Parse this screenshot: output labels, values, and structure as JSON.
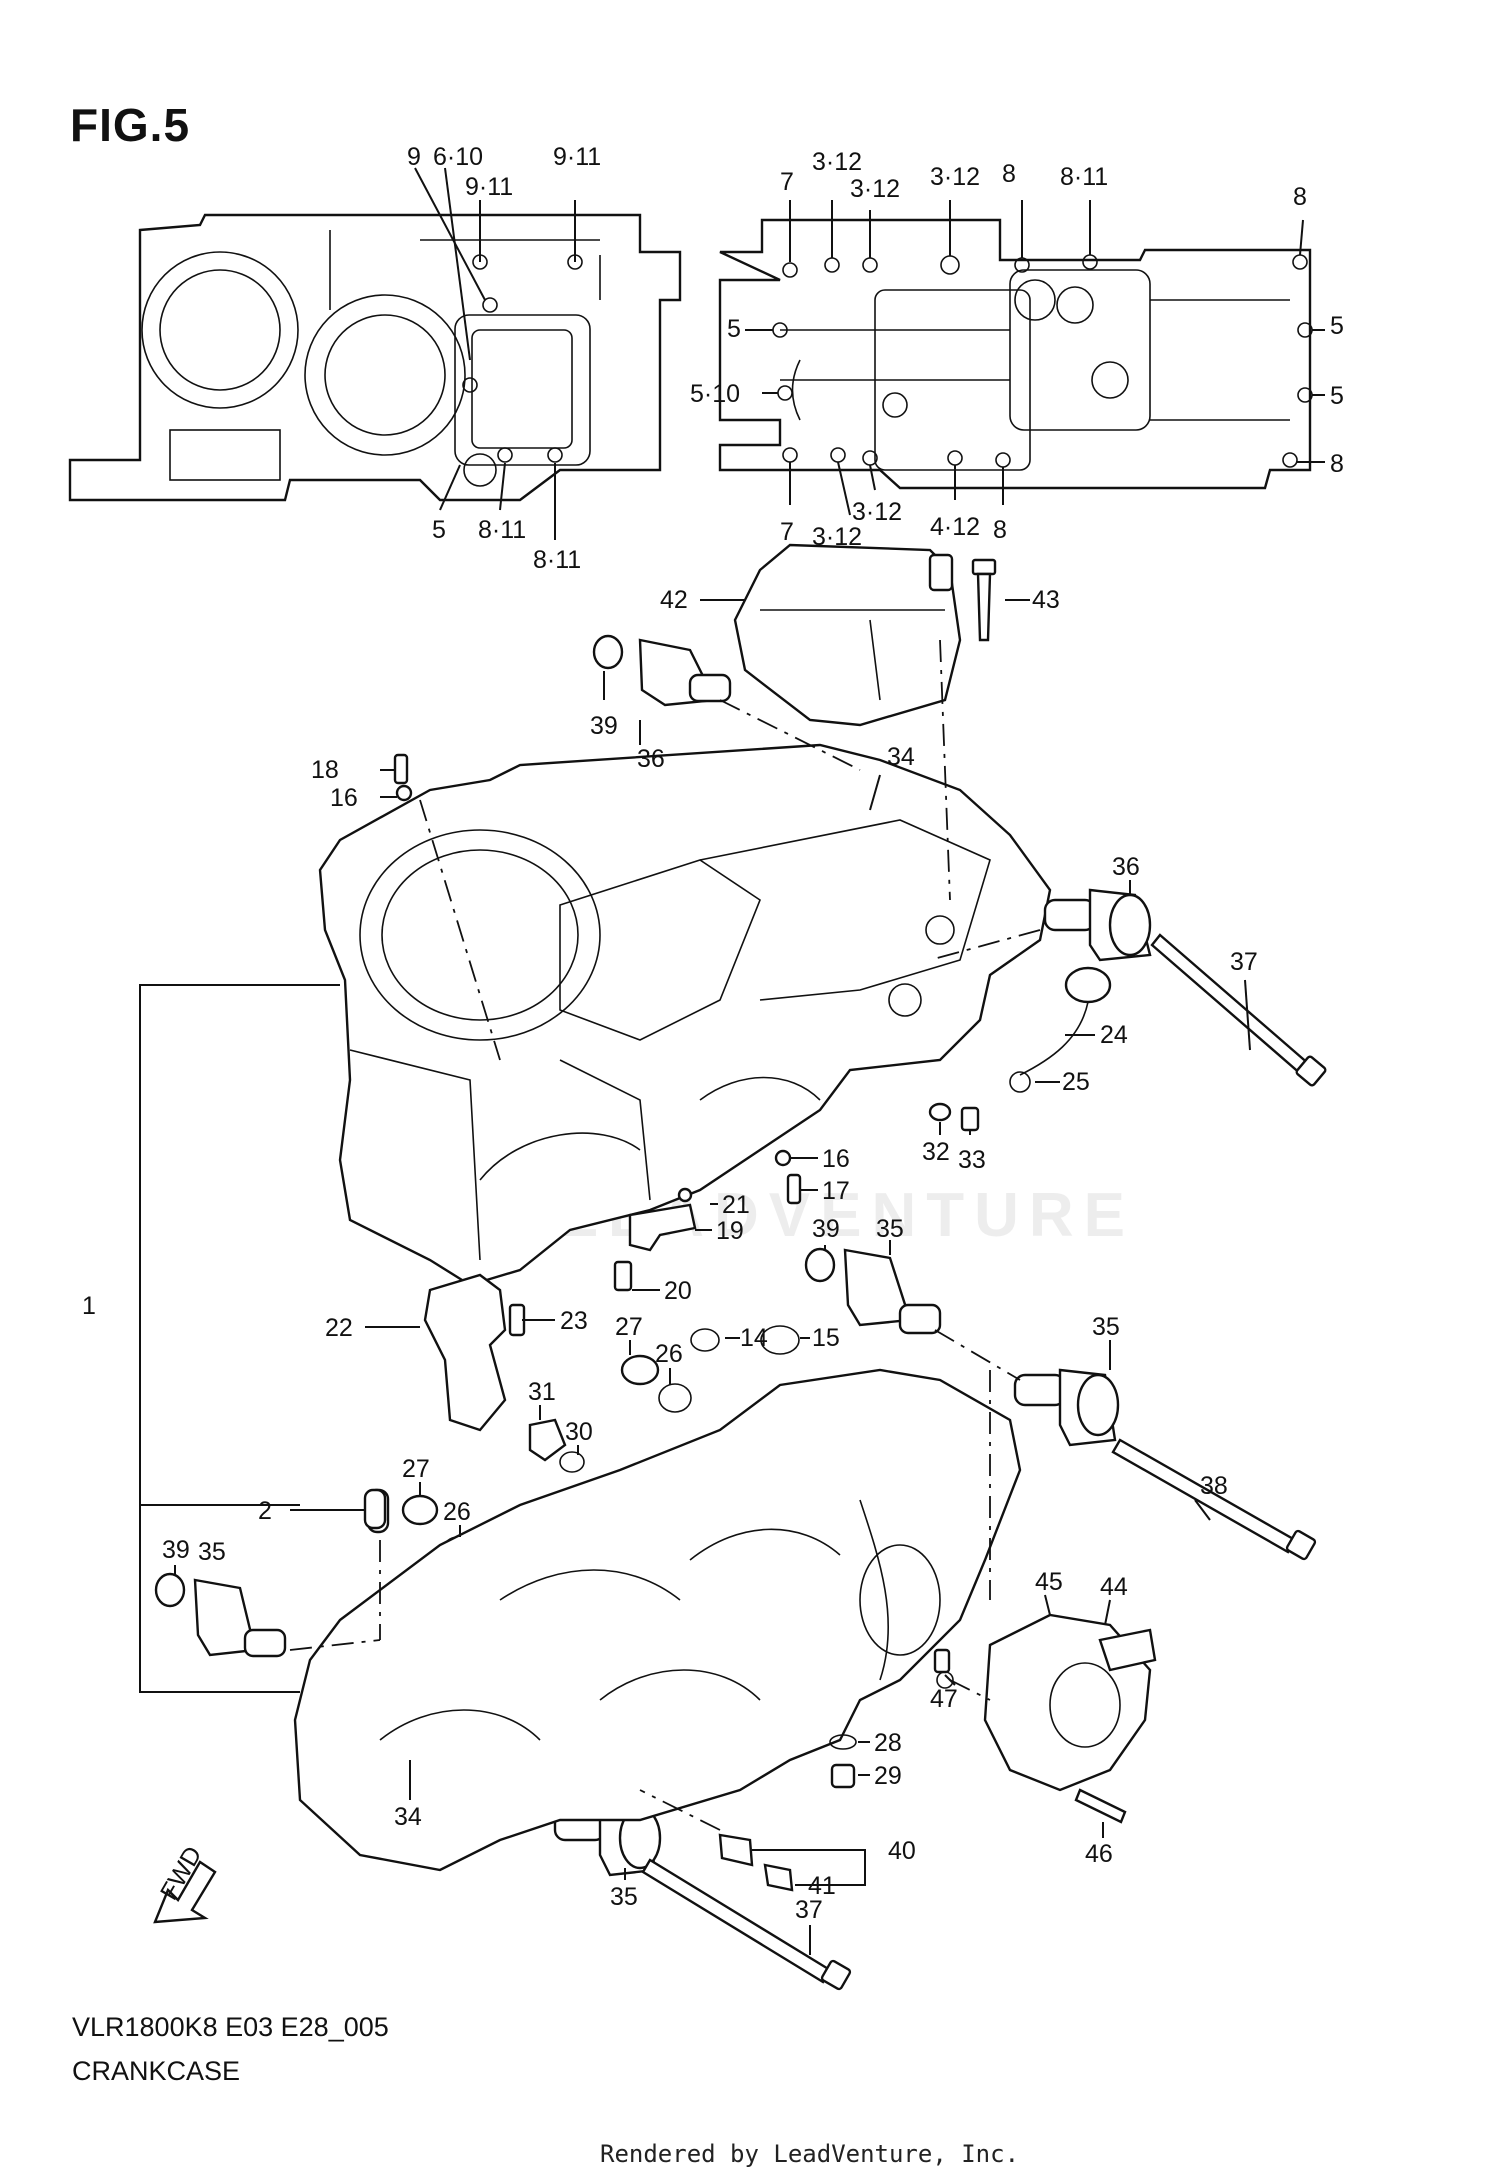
{
  "figure": {
    "title": "FIG.5",
    "model_code": "VLR1800K8 E03 E28_005",
    "section_name": "CRANKCASE",
    "credit": "Rendered by LeadVenture, Inc.",
    "watermark": "LEADVENTURE",
    "fwd_label": "FWD"
  },
  "callouts": {
    "top_left": [
      "9",
      "6·10",
      "9·11",
      "9·11",
      "5",
      "8·11",
      "8·11"
    ],
    "top_right": [
      "7",
      "3·12",
      "3·12",
      "3·12",
      "8",
      "8·11",
      "8",
      "5",
      "5",
      "5",
      "5·10",
      "8",
      "7",
      "3·12",
      "3·12",
      "4·12",
      "8"
    ],
    "main": [
      "42",
      "43",
      "39",
      "36",
      "34",
      "18",
      "16",
      "36",
      "37",
      "24",
      "25",
      "32",
      "33",
      "16",
      "21",
      "17",
      "19",
      "20",
      "39",
      "35",
      "22",
      "23",
      "27",
      "26",
      "14",
      "15",
      "31",
      "30",
      "1",
      "35",
      "38",
      "27",
      "26",
      "2",
      "39",
      "35",
      "45",
      "44",
      "47",
      "28",
      "29",
      "34",
      "40",
      "41",
      "46",
      "37",
      "35"
    ]
  }
}
